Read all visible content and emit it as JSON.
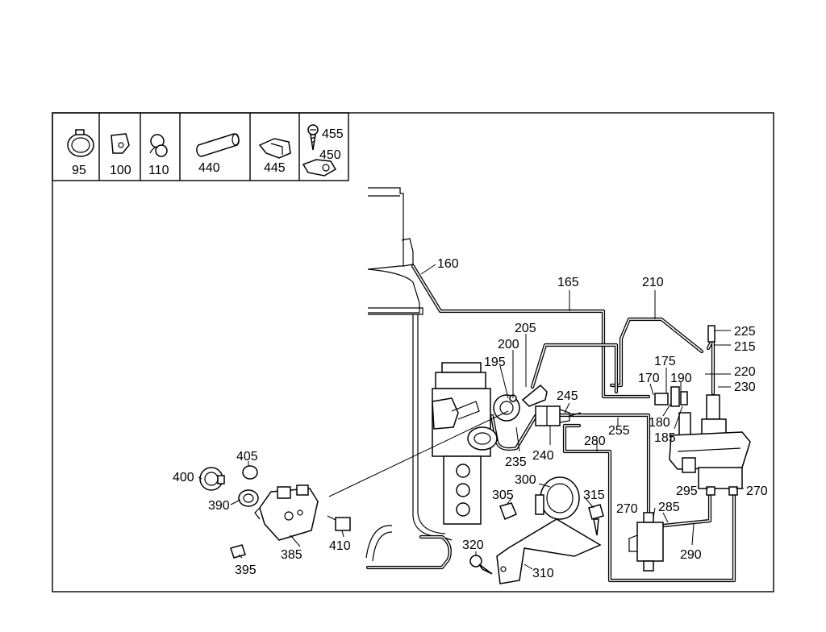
{
  "legend": {
    "cells": [
      {
        "part": "95",
        "icon": "hose-clamp-icon"
      },
      {
        "part": "100",
        "icon": "bracket-clip-icon"
      },
      {
        "part": "110",
        "icon": "pipe-clip-icon"
      },
      {
        "part": "440",
        "icon": "sleeve-icon"
      },
      {
        "part": "445",
        "icon": "holder-clip-icon"
      },
      {
        "part": "455",
        "icon": "screw-icon"
      },
      {
        "part": "450",
        "icon": "clamp-strap-icon"
      }
    ]
  },
  "callouts": {
    "c160": "160",
    "c165": "165",
    "c210": "210",
    "c205": "205",
    "c200": "200",
    "c195": "195",
    "c225": "225",
    "c215": "215",
    "c175": "175",
    "c170": "170",
    "c190": "190",
    "c220": "220",
    "c230": "230",
    "c245": "245",
    "c180": "180",
    "c255": "255",
    "c185": "185",
    "c280": "280",
    "c240": "240",
    "c235": "235",
    "c405": "405",
    "c400": "400",
    "c300": "300",
    "c305": "305",
    "c315": "315",
    "c390": "390",
    "c295": "295",
    "c270a": "270",
    "c270b": "270",
    "c285": "285",
    "c410": "410",
    "c320": "320",
    "c290": "290",
    "c385": "385",
    "c395": "395",
    "c310": "310"
  }
}
